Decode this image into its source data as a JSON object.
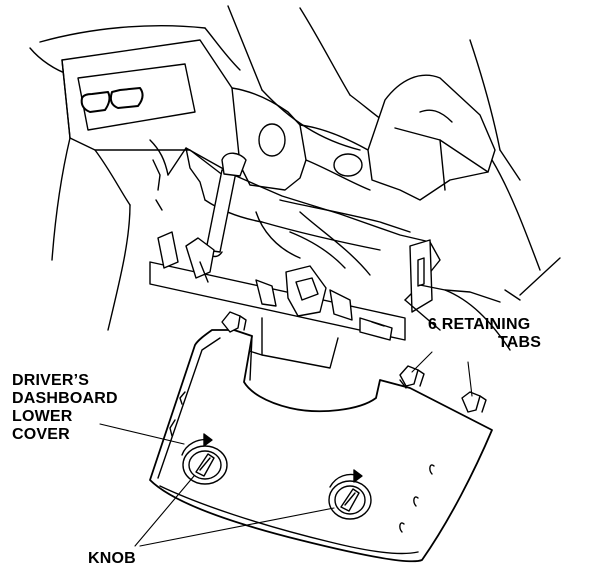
{
  "labels": {
    "retaining_tabs": [
      "6 RETAINING",
      "TABS"
    ],
    "dash_cover": [
      "DRIVER’S",
      "DASHBOARD",
      "LOWER",
      "COVER"
    ],
    "knob": "KNOB"
  },
  "colors": {
    "ink": "#000000",
    "paper": "#ffffff"
  }
}
